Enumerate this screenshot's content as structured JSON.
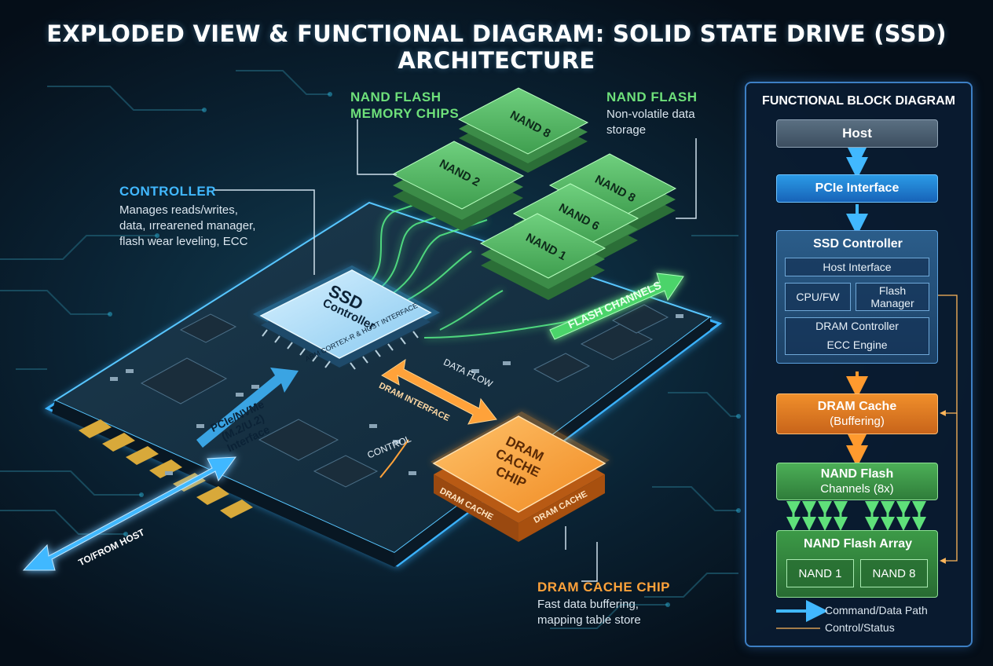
{
  "title": "EXPLODED VIEW & FUNCTIONAL DIAGRAM: SOLID STATE DRIVE (SSD) ARCHITECTURE",
  "colors": {
    "background": "#07131f",
    "blue_accent": "#41b8ff",
    "green_accent": "#6ee07a",
    "orange_accent": "#ffa23a"
  },
  "callouts": {
    "controller": {
      "heading": "CONTROLLER",
      "body": "Manages reads/writes,\ndata, ırrearened manager,\nflash wear leveling, ECC"
    },
    "nand_chips": {
      "heading_line1": "NAND FLASH",
      "heading_line2": "MEMORY CHIPS"
    },
    "nand_flash": {
      "heading": "NAND FLASH",
      "body": "Non-volatile data\nstorage"
    },
    "dram_chip": {
      "heading": "DRAM CACHE CHIP",
      "body": "Fast data buffering,\nmapping table store"
    }
  },
  "scene": {
    "ssd_controller_line1": "SSD",
    "ssd_controller_line2": "Controller",
    "ssd_controller_sub": "ARM CORTEX-R & HOST INTERFACE",
    "nand_chips": [
      "NAND 8",
      "NAND 2",
      "NAND 8",
      "NAND 6",
      "NAND 1"
    ],
    "flash_channels": "FLASH CHANNELS",
    "data_flow": "DATA FLOW",
    "dram_interface": "DRAM INTERFACE",
    "control": "CONTROL",
    "interface_line1": "PCIe/NVMe",
    "interface_line2": "(M.2/U.2)",
    "interface_line3": "Interface",
    "to_from_host": "TO/FROM HOST",
    "dram_chip_line1": "DRAM",
    "dram_chip_line2": "CACHE",
    "dram_chip_line3": "CHIP",
    "dram_side_left": "DRAM CACHE",
    "dram_side_right": "DRAM CACHE"
  },
  "block_diagram": {
    "title": "FUNCTIONAL BLOCK DIAGRAM",
    "host": "Host",
    "pcie": "PCIe Interface",
    "controller": {
      "title": "SSD Controller",
      "host_interface": "Host Interface",
      "cpu_fw": "CPU/FW",
      "flash_manager": "Flash\nManager",
      "dram_controller": "DRAM Controller",
      "ecc_engine": "ECC Engine"
    },
    "dram_cache": {
      "title": "DRAM Cache",
      "sub": "(Buffering)"
    },
    "nand_channels": {
      "title": "NAND Flash",
      "sub": "Channels (8x)"
    },
    "nand_array": {
      "title": "NAND Flash Array",
      "cells": [
        "NAND 1",
        "NAND 8"
      ]
    },
    "legend": {
      "command_data": "Command/Data Path",
      "control_status": "Control/Status"
    }
  }
}
